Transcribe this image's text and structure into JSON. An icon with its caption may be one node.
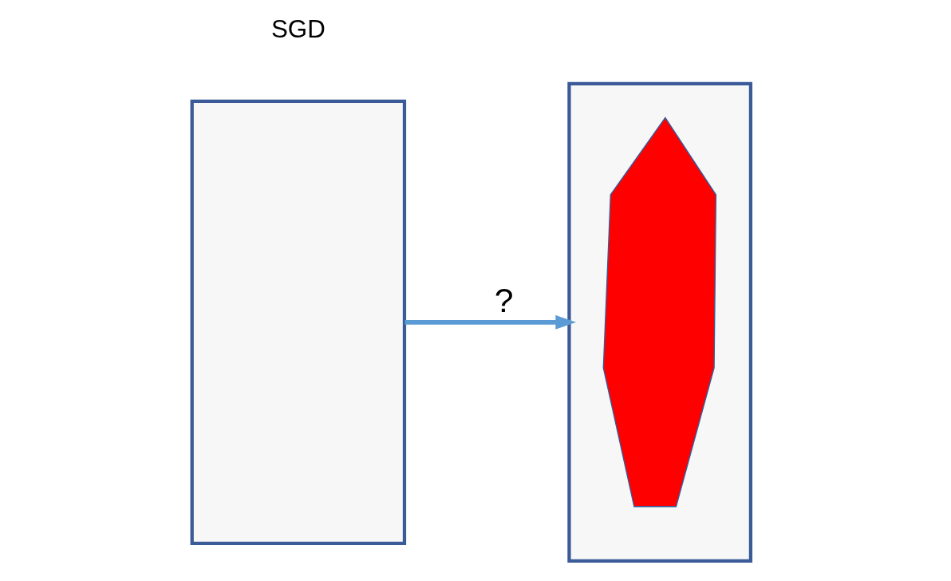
{
  "diagram": {
    "nodes": [
      {
        "text": [],
        "shape": "box"
      },
      {
        "text": [],
        "shape": "box"
      },
      {
        "text": [],
        "shape": "band",
        "in": 1
      }
    ],
    "edges": [
      {
        "from": 0,
        "to": 1,
        "arrow": "to",
        "label": "?",
        "color": "#5b9bd5"
      }
    ],
    "labels": [
      "SGD"
    ]
  }
}
